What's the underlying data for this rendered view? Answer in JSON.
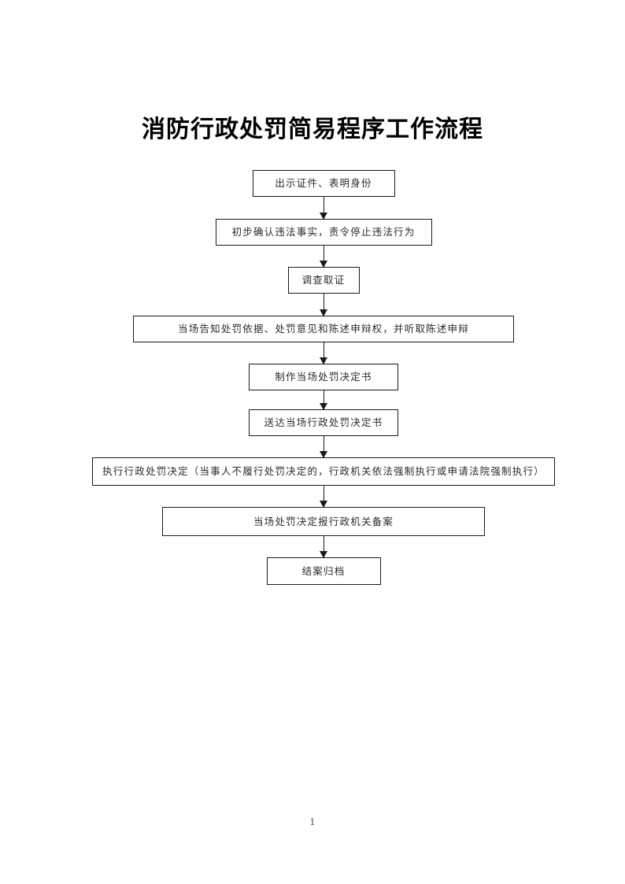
{
  "document": {
    "title": "消防行政处罚简易程序工作流程",
    "page_number": "1"
  },
  "flowchart": {
    "type": "flowchart",
    "orientation": "vertical-top-to-bottom",
    "connector": "downward-arrow",
    "nodes": [
      {
        "id": "n1",
        "label": "出示证件、表明身份"
      },
      {
        "id": "n2",
        "label": "初步确认违法事实，责令停止违法行为"
      },
      {
        "id": "n3",
        "label": "调查取证"
      },
      {
        "id": "n4",
        "label": "当场告知处罚依据、处罚意见和陈述申辩权，并听取陈述申辩"
      },
      {
        "id": "n5",
        "label": "制作当场处罚决定书"
      },
      {
        "id": "n6",
        "label": "送达当场行政处罚决定书"
      },
      {
        "id": "n7",
        "label": "执行行政处罚决定（当事人不履行处罚决定的，行政机关依法强制执行或申请法院强制执行）"
      },
      {
        "id": "n8",
        "label": "当场处罚决定报行政机关备案"
      },
      {
        "id": "n9",
        "label": "结案归档"
      }
    ]
  }
}
